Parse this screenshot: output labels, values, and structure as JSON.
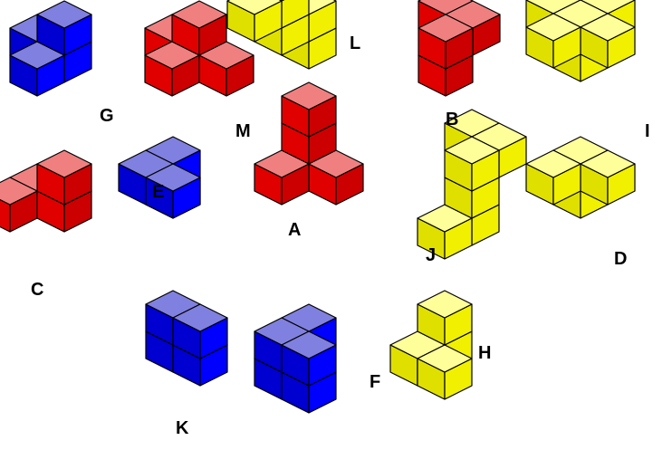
{
  "palette": {
    "red": {
      "top": "#f08080",
      "left": "#e00000",
      "right": "#cc0000"
    },
    "blue": {
      "top": "#8080e0",
      "left": "#0000d0",
      "right": "#0000ff"
    },
    "yellow": {
      "top": "#ffff99",
      "left": "#e0e000",
      "right": "#f0f000"
    },
    "edge": "#000000"
  },
  "pieces": [
    {
      "label": "G",
      "color": "blue",
      "cubes": [
        [
          0,
          0,
          0
        ],
        [
          1,
          0,
          0
        ],
        [
          1,
          1,
          0
        ],
        [
          1,
          0,
          1
        ]
      ]
    },
    {
      "label": "M",
      "color": "red",
      "cubes": [
        [
          0,
          0,
          0
        ],
        [
          1,
          0,
          0
        ],
        [
          2,
          0,
          0
        ],
        [
          1,
          1,
          0
        ],
        [
          1,
          0,
          1
        ]
      ]
    },
    {
      "label": "L",
      "color": "yellow",
      "cubes": [
        [
          0,
          0,
          0
        ],
        [
          0,
          0,
          1
        ],
        [
          0,
          1,
          1
        ],
        [
          0,
          1,
          2
        ],
        [
          0,
          2,
          2
        ]
      ]
    },
    {
      "label": "B",
      "color": "red",
      "cubes": [
        [
          0,
          0,
          1
        ],
        [
          1,
          0,
          1
        ],
        [
          1,
          1,
          1
        ],
        [
          1,
          1,
          0
        ]
      ]
    },
    {
      "label": "I",
      "color": "yellow",
      "cubes": [
        [
          1,
          1,
          1
        ],
        [
          0,
          1,
          1
        ],
        [
          2,
          1,
          1
        ],
        [
          1,
          0,
          1
        ],
        [
          1,
          2,
          1
        ],
        [
          1,
          1,
          0
        ]
      ]
    },
    {
      "label": "C",
      "color": "red",
      "cubes": [
        [
          0,
          0,
          0
        ],
        [
          1,
          0,
          0
        ],
        [
          0,
          1,
          0
        ],
        [
          1,
          0,
          1
        ]
      ]
    },
    {
      "label": "E",
      "color": "blue",
      "cubes": [
        [
          0,
          0,
          0
        ],
        [
          0,
          0,
          1
        ],
        [
          0,
          1,
          1
        ],
        [
          1,
          1,
          1
        ]
      ]
    },
    {
      "label": "A",
      "color": "red",
      "cubes": [
        [
          0,
          0,
          0
        ],
        [
          0,
          0,
          1
        ],
        [
          1,
          0,
          0
        ],
        [
          0,
          1,
          0
        ],
        [
          0,
          0,
          2
        ]
      ]
    },
    {
      "label": "J",
      "color": "yellow",
      "cubes": [
        [
          0,
          0,
          2
        ],
        [
          1,
          0,
          2
        ],
        [
          1,
          1,
          2
        ],
        [
          1,
          1,
          1
        ],
        [
          1,
          1,
          0
        ],
        [
          1,
          2,
          0
        ]
      ]
    },
    {
      "label": "D",
      "color": "yellow",
      "cubes": [
        [
          0,
          0,
          1
        ],
        [
          1,
          0,
          1
        ],
        [
          0,
          1,
          1
        ],
        [
          0,
          0,
          0
        ]
      ]
    },
    {
      "label": "K",
      "color": "blue",
      "cubes": [
        [
          0,
          0,
          0
        ],
        [
          0,
          0,
          1
        ],
        [
          1,
          0,
          1
        ],
        [
          1,
          0,
          0
        ]
      ]
    },
    {
      "label": "F",
      "color": "blue",
      "cubes": [
        [
          0,
          1,
          0
        ],
        [
          0,
          1,
          1
        ],
        [
          0,
          0,
          1
        ],
        [
          1,
          1,
          0
        ],
        [
          1,
          1,
          1
        ]
      ]
    },
    {
      "label": "H",
      "color": "yellow",
      "cubes": [
        [
          0,
          0,
          0
        ],
        [
          0,
          0,
          1
        ],
        [
          0,
          1,
          0
        ],
        [
          1,
          1,
          0
        ]
      ]
    }
  ]
}
